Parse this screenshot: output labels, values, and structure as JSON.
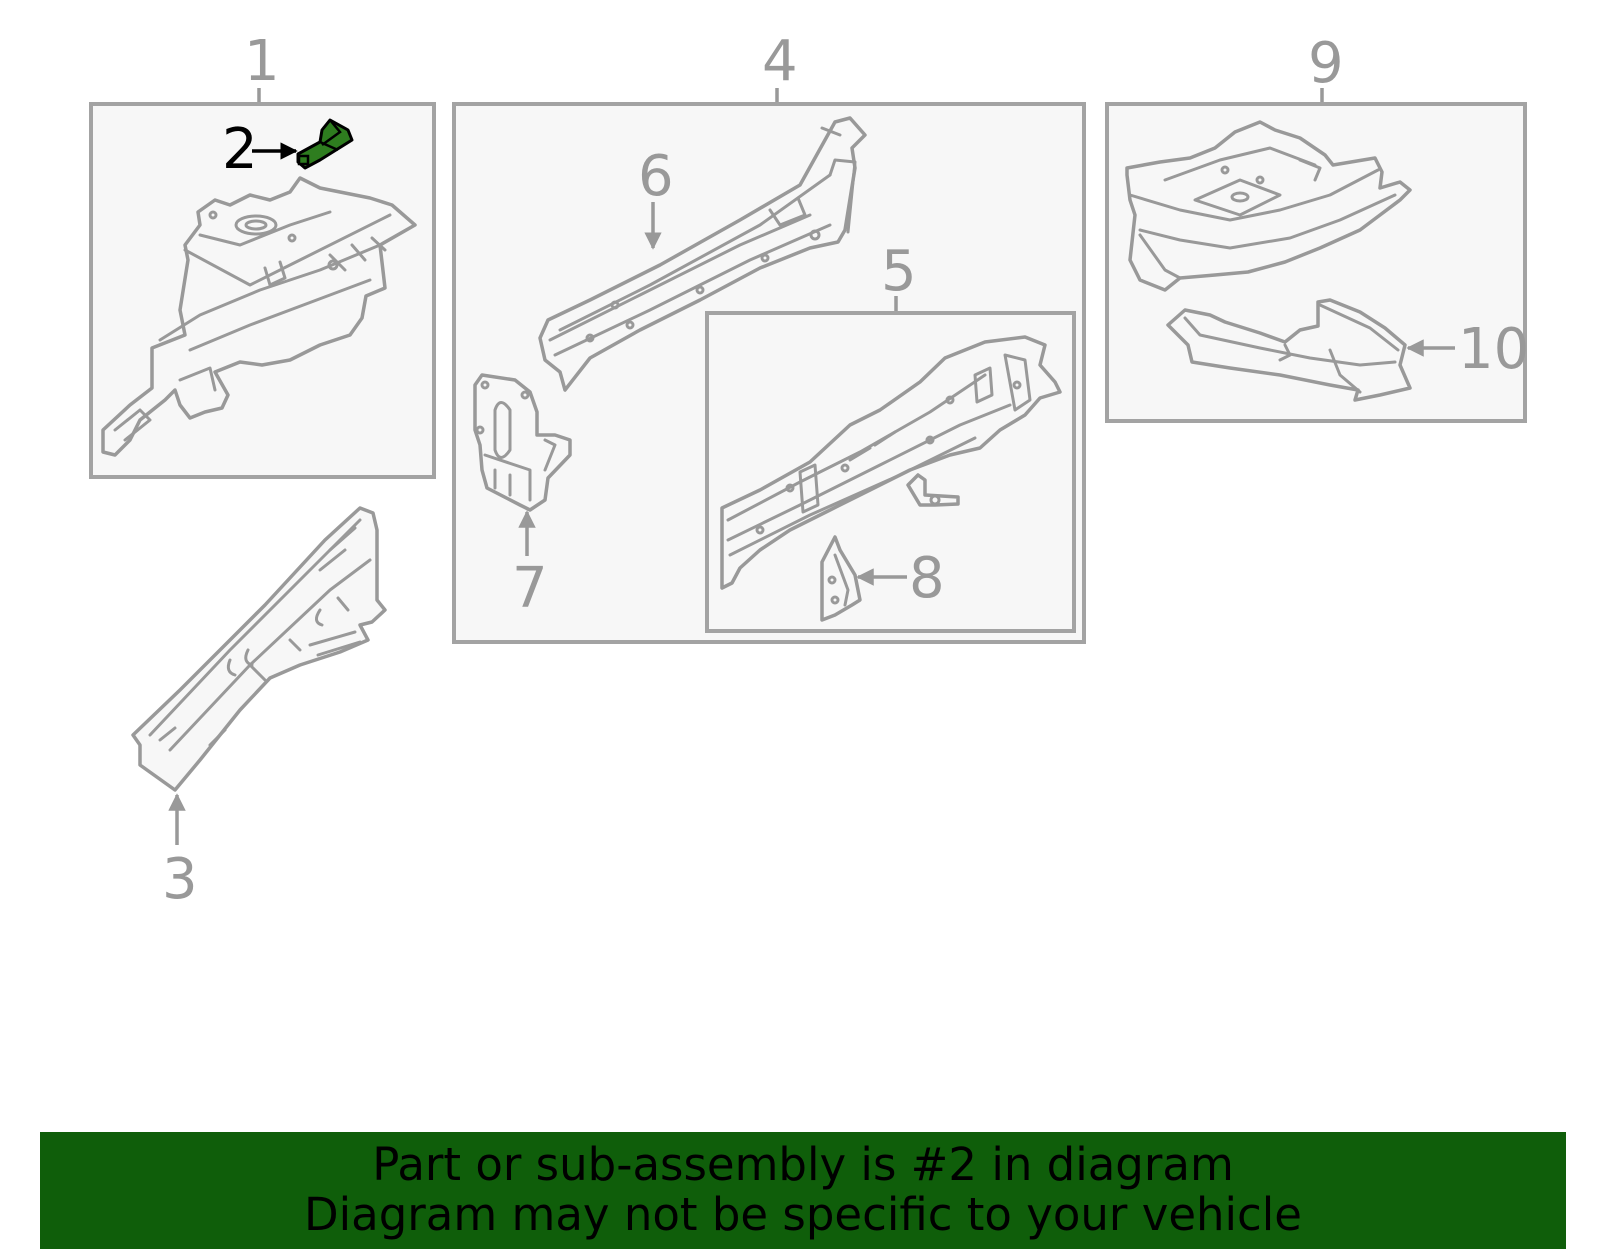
{
  "callouts": [
    {
      "id": "1",
      "label": "1"
    },
    {
      "id": "2",
      "label": "2"
    },
    {
      "id": "3",
      "label": "3"
    },
    {
      "id": "4",
      "label": "4"
    },
    {
      "id": "5",
      "label": "5"
    },
    {
      "id": "6",
      "label": "6"
    },
    {
      "id": "7",
      "label": "7"
    },
    {
      "id": "8",
      "label": "8"
    },
    {
      "id": "9",
      "label": "9"
    },
    {
      "id": "10",
      "label": "10"
    }
  ],
  "highlighted_part": "2",
  "colors": {
    "highlight_part": "#2e7d1f",
    "banner_background": "#0f5e0a",
    "line_art": "#999999",
    "box_fill": "#f7f7f7"
  },
  "banner": {
    "line1": "Part or sub-assembly is #2 in diagram",
    "line2": "Diagram may not be specific to your vehicle"
  }
}
